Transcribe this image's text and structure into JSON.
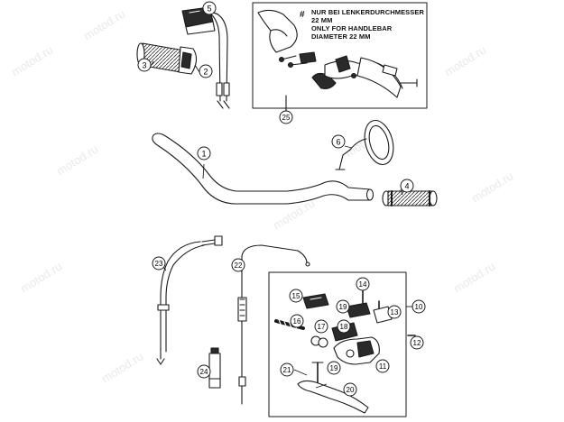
{
  "watermark": "motod.ru",
  "note": {
    "symbol": "#",
    "line1": "NUR BEI LENKERDURCHMESSER 22 MM",
    "line2": "ONLY FOR HANDLEBAR DIAMETER 22 MM"
  },
  "callouts": {
    "c1": "1",
    "c2": "2",
    "c3": "3",
    "c4": "4",
    "c5": "5",
    "c6": "6",
    "c10": "10",
    "c11": "11",
    "c12": "12",
    "c13": "13",
    "c14": "14",
    "c15": "15",
    "c16": "16",
    "c17": "17",
    "c18": "18",
    "c19": "19",
    "c20": "20",
    "c21": "21",
    "c22": "22",
    "c23": "23",
    "c24": "24",
    "c25": "25"
  },
  "colors": {
    "line": "#1a1a1a",
    "part_fill": "#ffffff",
    "dark_part": "#2a2a2a",
    "watermark": "#e9e9e9"
  }
}
